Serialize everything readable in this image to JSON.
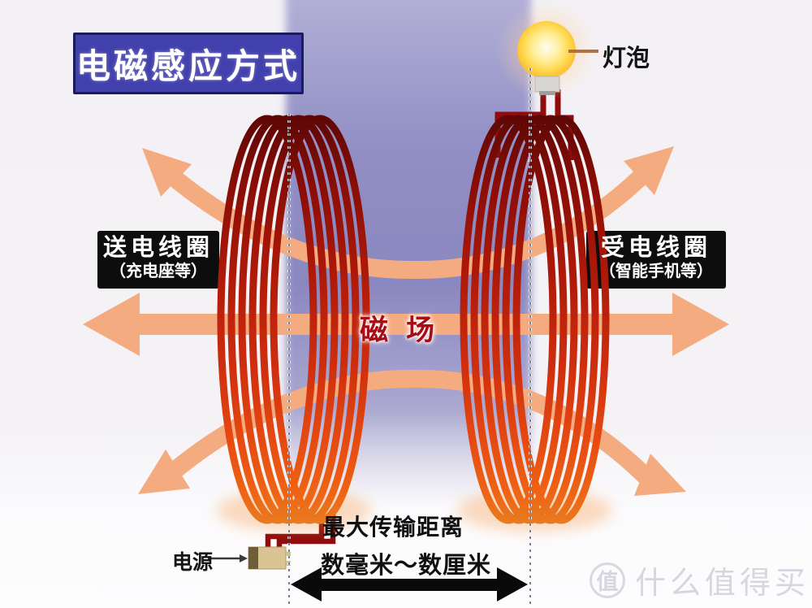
{
  "title": "电磁感应方式",
  "bulb_label": "灯泡",
  "sender": {
    "label": "送电线圈",
    "sublabel": "（充电座等）"
  },
  "receiver": {
    "label": "受电线圈",
    "sublabel": "（智能手机等）"
  },
  "field_label": "磁场",
  "distance": {
    "caption": "最大传输距离",
    "range": "数毫米～数厘米"
  },
  "power_label": "电源",
  "watermark": {
    "badge": "值",
    "name": "什么值得买"
  },
  "colors": {
    "title_bg": "#4240ac",
    "title_border": "#1d1b60",
    "label_box_bg": "#0d0d0d",
    "field_arrow": "#f5ab80",
    "field_text": "#a60d16",
    "coil_bright": "#e64a10",
    "coil_dark": "#5f0705",
    "strip_purple": "#8f8dc3",
    "wire_dark_red": "#8f0b0d",
    "bulb_yellow": "#ffd84e",
    "connector_tan": "#d9c493",
    "distance_arrow": "#0a0a0a",
    "watermark_gray": "#d6d6de"
  }
}
